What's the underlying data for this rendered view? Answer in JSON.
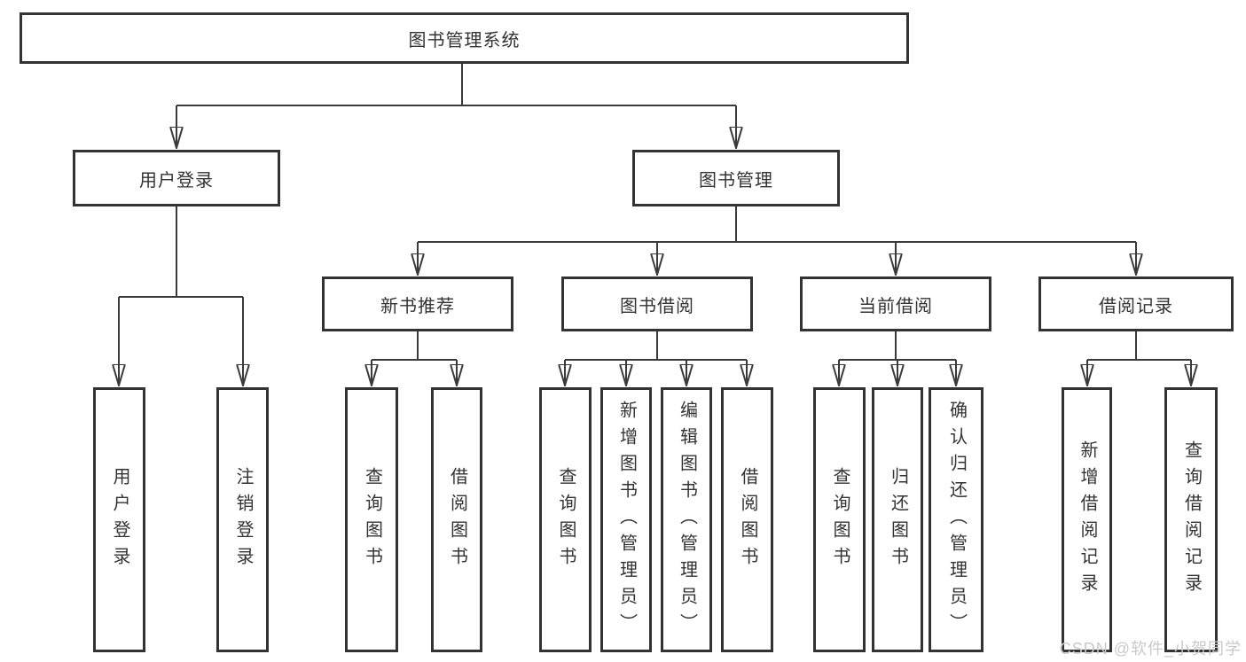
{
  "diagram": {
    "title": "图书管理系统",
    "level2": {
      "user_login": "用户登录",
      "book_mgmt": "图书管理"
    },
    "level3": {
      "new_books": "新书推荐",
      "borrowing": "图书借阅",
      "current": "当前借阅",
      "records": "借阅记录"
    },
    "leaves": {
      "login": "用户登录",
      "logout": "注销登录",
      "nb_query": "查询图书",
      "nb_borrow": "借阅图书",
      "bb_query": "查询图书",
      "bb_add": "新增图书（管理员）",
      "bb_edit": "编辑图书（管理员）",
      "bb_borrow": "借阅图书",
      "cb_query": "查询图书",
      "cb_return": "归还图书",
      "cb_confirm": "确认归还（管理员）",
      "rc_add": "新增借阅记录",
      "rc_query": "查询借阅记录"
    }
  },
  "watermark": "CSDN @软件_小贺同学",
  "colors": {
    "background": "#ffffff",
    "line": "#3a3a3a",
    "box_border": "#333333",
    "text": "#333333",
    "watermark": "#c9c9c9"
  }
}
